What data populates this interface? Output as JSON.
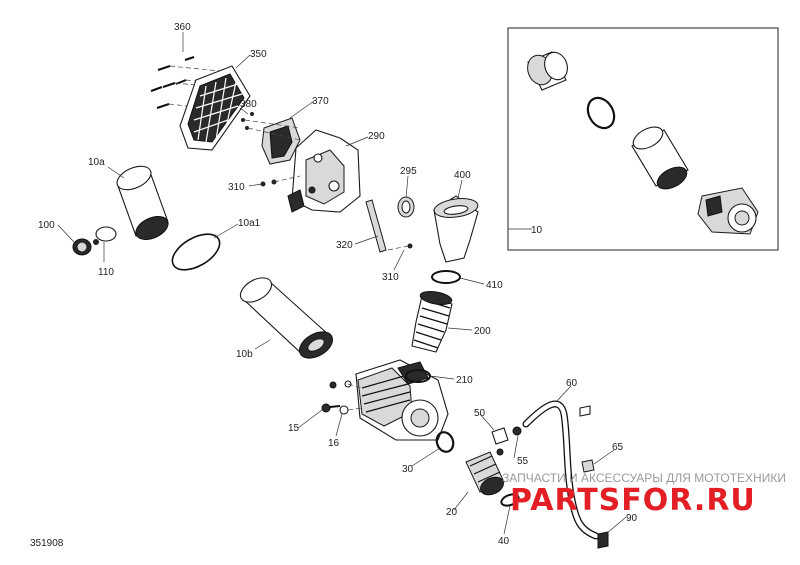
{
  "diagram": {
    "drawing_number": "351908",
    "inset_label": "10",
    "callouts": [
      "360",
      "350",
      "380",
      "370",
      "290",
      "310",
      "295",
      "400",
      "10a",
      "100",
      "110",
      "10a1",
      "320",
      "310",
      "410",
      "200",
      "10b",
      "210",
      "60",
      "15",
      "16",
      "50",
      "55",
      "30",
      "65",
      "20",
      "90",
      "40"
    ]
  },
  "watermark": {
    "tagline": "ЗАПЧАСТИ И АКСЕССУАРЫ ДЛЯ МОТОТЕХНИКИ",
    "brand": "PARTSFOR.RU",
    "brand_color": "#e31e24"
  }
}
